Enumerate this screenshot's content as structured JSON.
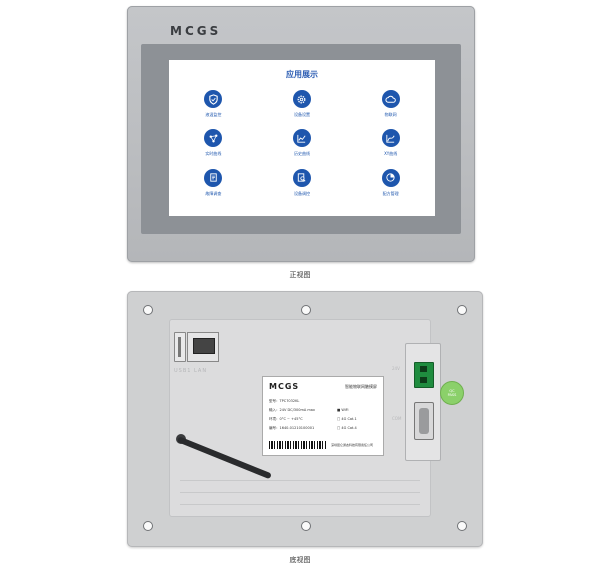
{
  "front": {
    "brand": "MCGS",
    "screen_title": "应用展示",
    "apps": [
      {
        "label": "液温监控",
        "icon": "shield-icon"
      },
      {
        "label": "设备设置",
        "icon": "gear-icon"
      },
      {
        "label": "物联网",
        "icon": "cloud-icon"
      },
      {
        "label": "实时曲线",
        "icon": "network-icon"
      },
      {
        "label": "历史曲线",
        "icon": "line-chart-icon"
      },
      {
        "label": "XY曲线",
        "icon": "xy-chart-icon"
      },
      {
        "label": "故障调查",
        "icon": "report-icon"
      },
      {
        "label": "设备调控",
        "icon": "search-icon"
      },
      {
        "label": "配方管理",
        "icon": "pie-chart-icon"
      }
    ],
    "caption": "正视图"
  },
  "back": {
    "port_text": "USB1 LAN",
    "sticker": {
      "brand": "MCGS",
      "title": "智能物联网触摸屏",
      "model_label": "型号：",
      "model_value": "TPC7032KL",
      "input_label": "输入：",
      "input_value": "24V DC/300mA max",
      "env_label": "环境：",
      "env_value": "0°C ~ +45°C",
      "serial_label": "编号：",
      "serial_value": "1640-01210100001",
      "options": [
        "WiFi",
        "4G Cat.1",
        "4G Cat.4"
      ],
      "company": "深圳昆仑通态科技有限责任公司"
    },
    "green_sticker": [
      "QC",
      "PASS"
    ],
    "side_text_top": "24V",
    "side_text_bottom": "COM",
    "caption": "底视图"
  }
}
